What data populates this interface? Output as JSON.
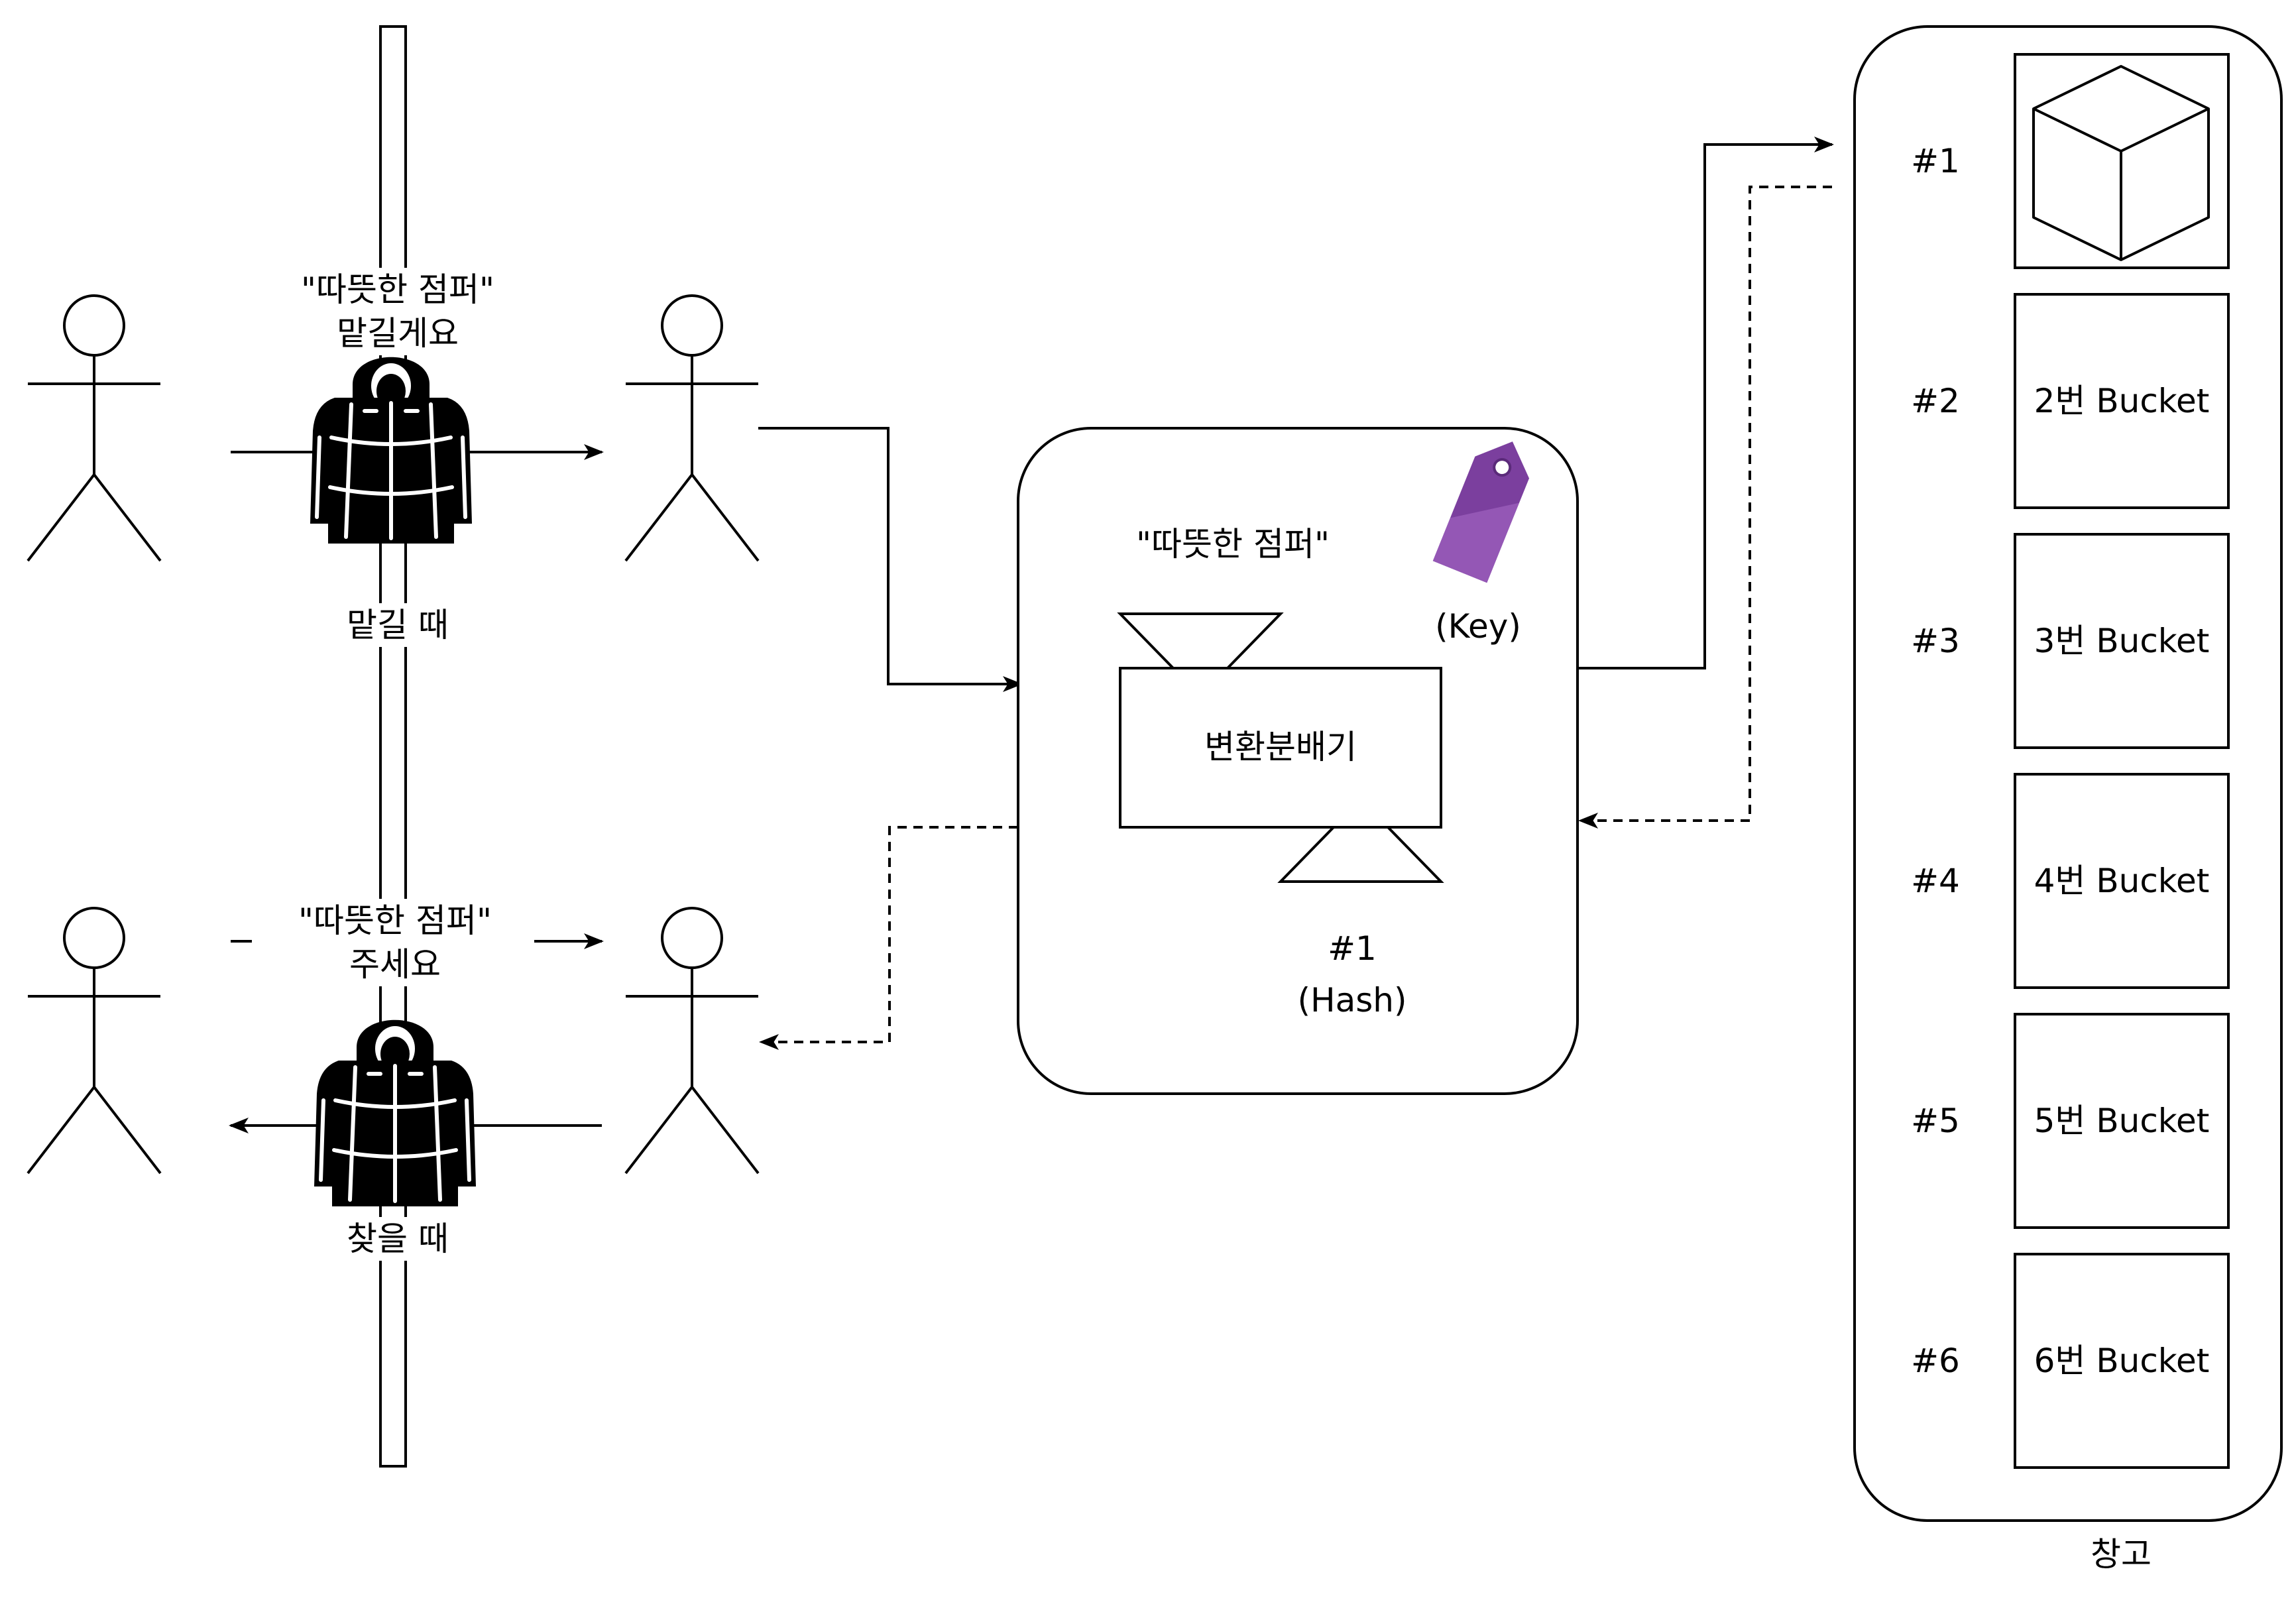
{
  "customer_give": {
    "speech_line1": "\"따뜻한 점퍼\"",
    "speech_line2": "맡길게요",
    "caption": "맡길 때"
  },
  "customer_find": {
    "speech_line1": "\"따뜻한 점퍼\"",
    "speech_line2": "주세요",
    "caption": "찾을 때"
  },
  "hash_function": {
    "key_text": "\"따뜻한 점퍼\"",
    "key_caption": "(Key)",
    "funnel_label": "변환분배기",
    "result_line1": "#1",
    "result_line2": "(Hash)"
  },
  "warehouse": {
    "caption": "창고",
    "buckets": [
      {
        "index": "#1",
        "label": ""
      },
      {
        "index": "#2",
        "label": "2번 Bucket"
      },
      {
        "index": "#3",
        "label": "3번 Bucket"
      },
      {
        "index": "#4",
        "label": "4번 Bucket"
      },
      {
        "index": "#5",
        "label": "5번 Bucket"
      },
      {
        "index": "#6",
        "label": "6번 Bucket"
      }
    ]
  },
  "icons": {
    "person": "person-stick-figure-icon",
    "jacket": "jacket-icon",
    "tag": "key-tag-icon",
    "cube": "cube-icon"
  },
  "colors": {
    "line": "#000000",
    "tag": "#7b3f9e",
    "tag_light": "#a568c4"
  }
}
